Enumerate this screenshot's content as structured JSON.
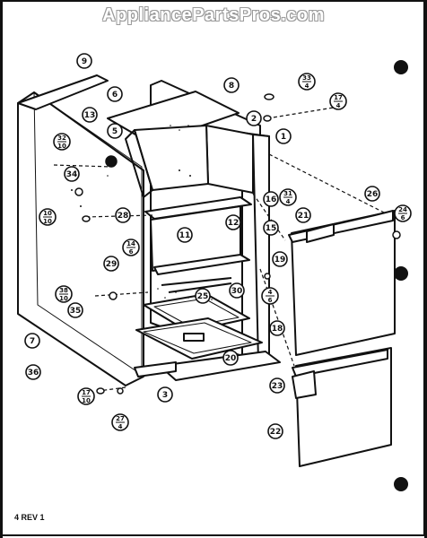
{
  "watermark": "AppliancePartsPros.com",
  "revision": "4 REV 1",
  "callouts": {
    "c1": "1",
    "c2": "2",
    "c3": "3",
    "c5": "5",
    "c6": "6",
    "c7": "7",
    "c8": "8",
    "c9": "9",
    "c11": "11",
    "c12": "12",
    "c13": "13",
    "c15": "15",
    "c16": "16",
    "c18": "18",
    "c19": "19",
    "c20": "20",
    "c21": "21",
    "c22": "22",
    "c23": "23",
    "c25": "25",
    "c26": "26",
    "c28": "28",
    "c29": "29",
    "c30": "30",
    "c34": "34",
    "c35": "35",
    "c36": "36",
    "f33": {
      "top": "33",
      "bottom": "4"
    },
    "f17a": {
      "top": "17",
      "bottom": "4"
    },
    "f31": {
      "top": "31",
      "bottom": "4"
    },
    "f32": {
      "top": "32",
      "bottom": "10"
    },
    "f24": {
      "top": "24",
      "bottom": "6"
    },
    "f10": {
      "top": "10",
      "bottom": "10"
    },
    "f14": {
      "top": "14",
      "bottom": "6"
    },
    "f38": {
      "top": "38",
      "bottom": "10"
    },
    "f4": {
      "top": "4",
      "bottom": "6"
    },
    "f17b": {
      "top": "17",
      "bottom": "10"
    },
    "f27": {
      "top": "27",
      "bottom": "4"
    }
  },
  "colors": {
    "ink": "#111111",
    "dots": "#e8e8e8"
  }
}
